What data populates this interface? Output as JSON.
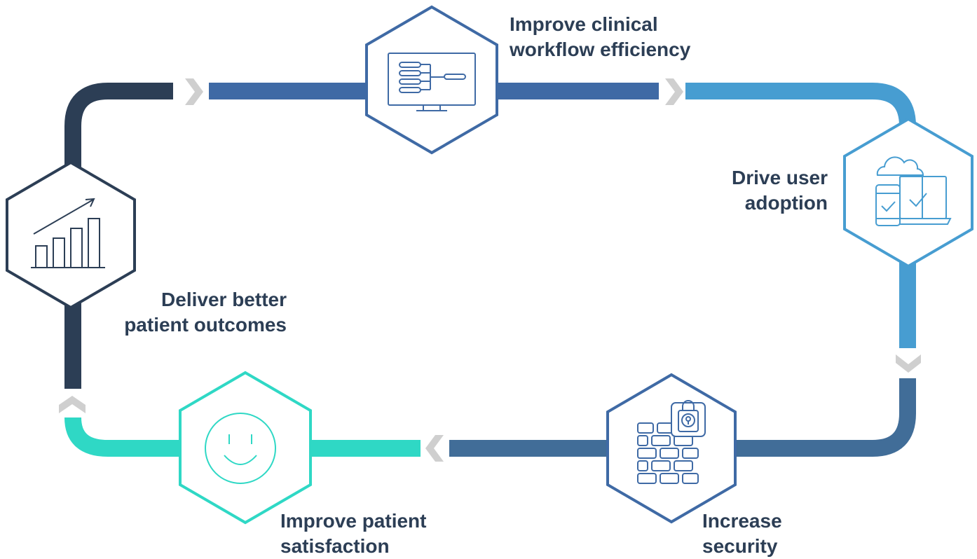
{
  "colors": {
    "navy": "#2c3e55",
    "mid_blue": "#3f6aa5",
    "sky_blue": "#479dd1",
    "steel_blue": "#416d98",
    "teal": "#2fd8c5",
    "chevron_grey": "#cfcfcf"
  },
  "steps": [
    {
      "id": "workflow",
      "lines": [
        "Improve clinical",
        "workflow efficiency"
      ],
      "icon": "flowchart-monitor-icon"
    },
    {
      "id": "adoption",
      "lines": [
        "Drive user",
        "adoption"
      ],
      "icon": "cloud-devices-check-icon"
    },
    {
      "id": "security",
      "lines": [
        "Increase",
        "security"
      ],
      "icon": "firewall-lock-icon"
    },
    {
      "id": "satisfaction",
      "lines": [
        "Improve patient",
        "satisfaction"
      ],
      "icon": "smiley-face-icon"
    },
    {
      "id": "outcomes",
      "lines": [
        "Deliver better",
        "patient outcomes"
      ],
      "icon": "growth-bar-chart-icon"
    }
  ]
}
